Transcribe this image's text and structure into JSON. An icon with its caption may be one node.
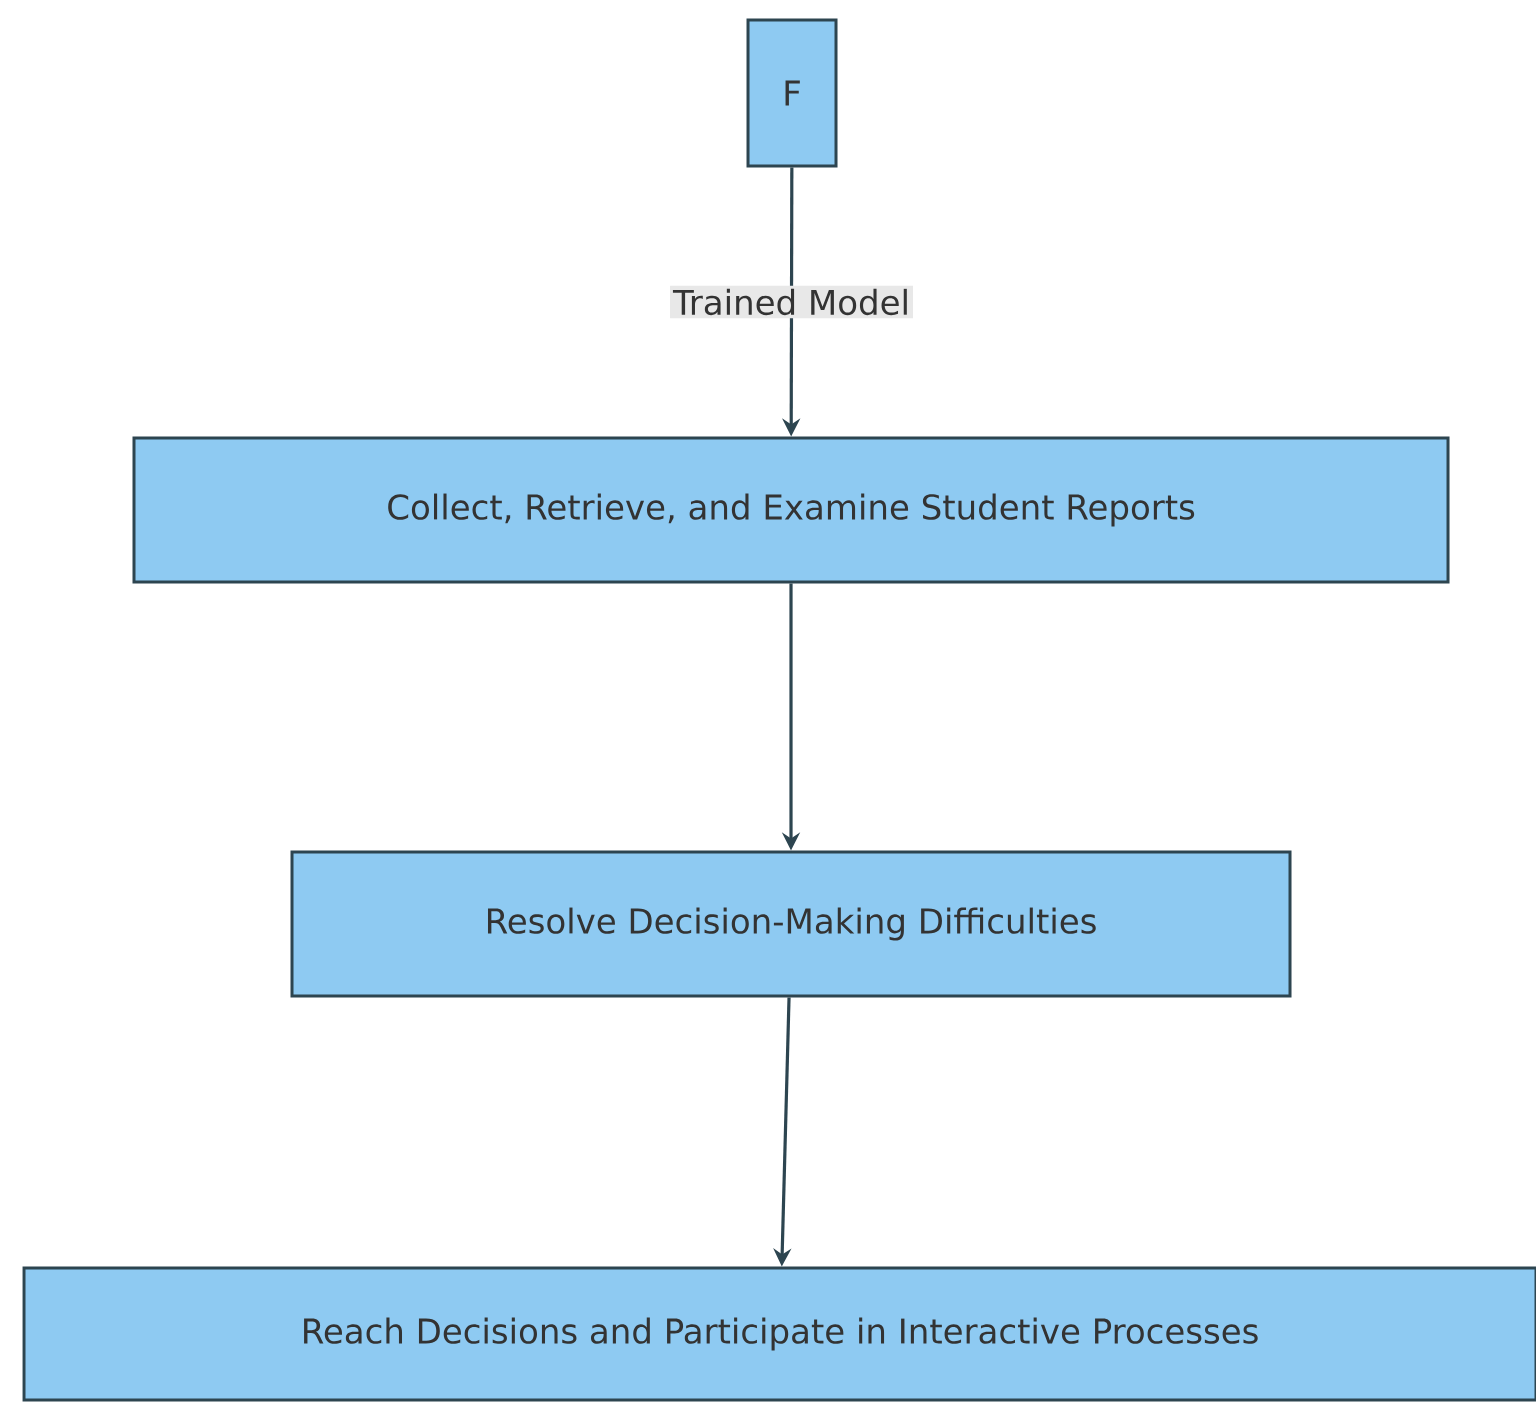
{
  "diagram": {
    "nodes": [
      {
        "text": [
          "F"
        ]
      },
      {
        "text": [
          "Collect, Retrieve, and Examine Student Reports"
        ]
      },
      {
        "text": [
          "Resolve Decision-Making Difficulties"
        ]
      },
      {
        "text": [
          "Reach Decisions and Participate in Interactive Processes"
        ]
      }
    ],
    "edges": [
      {
        "from": 0,
        "to": 1,
        "arrow": "to",
        "label": "Trained Model"
      },
      {
        "from": 1,
        "to": 2,
        "arrow": "to"
      },
      {
        "from": 2,
        "to": 3,
        "arrow": "to"
      }
    ]
  }
}
